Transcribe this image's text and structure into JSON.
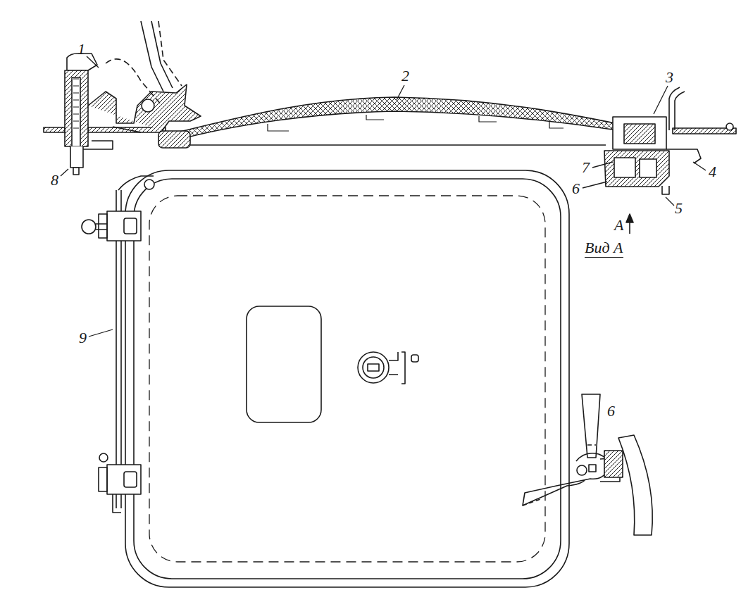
{
  "diagram": {
    "labels": [
      "1",
      "2",
      "3",
      "4",
      "5",
      "6",
      "7",
      "8",
      "А",
      "9",
      "Вид А",
      "6"
    ]
  }
}
